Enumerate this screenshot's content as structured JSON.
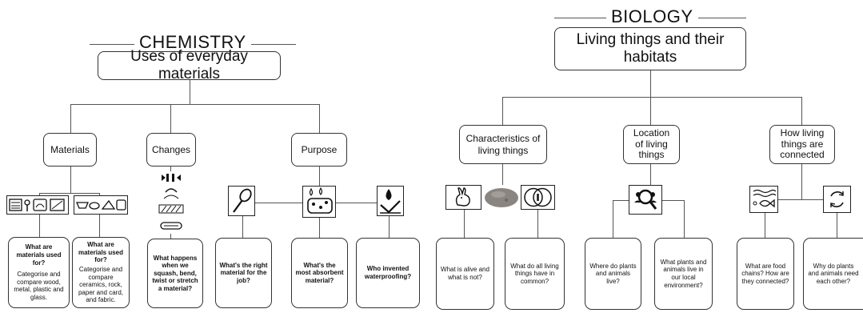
{
  "chemistry": {
    "heading": "CHEMISTRY",
    "title": "Uses of everyday materials",
    "branches": [
      {
        "label": "Materials"
      },
      {
        "label": "Changes"
      },
      {
        "label": "Purpose"
      }
    ],
    "cards": [
      {
        "title": "What are materials used for?",
        "body": "Categorise and compare wood, metal, plastic and glass."
      },
      {
        "title": "What are materials used for?",
        "body": "Categorise and compare ceramics, rock, paper and card, and fabric."
      },
      {
        "title": "What happens when we squash, bend, twist or stretch a material?",
        "body": ""
      },
      {
        "title": "What's the right material for the job?",
        "body": ""
      },
      {
        "title": "What's the most absorbent material?",
        "body": ""
      },
      {
        "title": "Who invented waterproofing?",
        "body": ""
      }
    ]
  },
  "biology": {
    "heading": "BIOLOGY",
    "title": "Living things and their habitats",
    "branches": [
      {
        "label": "Characteristics of living things"
      },
      {
        "label": "Location of living things"
      },
      {
        "label": "How living things are connected"
      }
    ],
    "cards": [
      {
        "text": "What is alive and what is not?"
      },
      {
        "text": "What do all living things have in common?"
      },
      {
        "text": "Where do plants and animals live?"
      },
      {
        "text": "What plants and animals live in our local environment?"
      },
      {
        "text": "What are food chains? How are they connected?"
      },
      {
        "text": "Why do plants and animals need each other?"
      }
    ]
  },
  "colors": {
    "line": "#555555",
    "border": "#333333",
    "rock": "#8a8580"
  }
}
